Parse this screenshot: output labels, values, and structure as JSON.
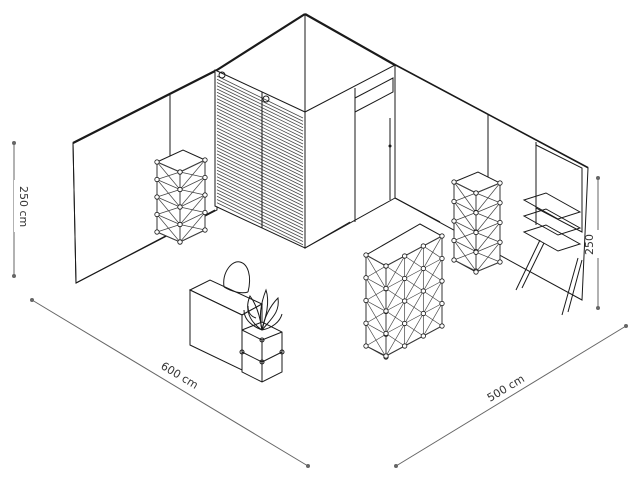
{
  "dimensions": {
    "height_left": "250 cm",
    "width_front_left": "600 cm",
    "width_front_right": "500 cm",
    "height_right": "250"
  },
  "colors": {
    "line": "#1a1a1a",
    "dimension_line": "#666666",
    "background": "#ffffff"
  }
}
